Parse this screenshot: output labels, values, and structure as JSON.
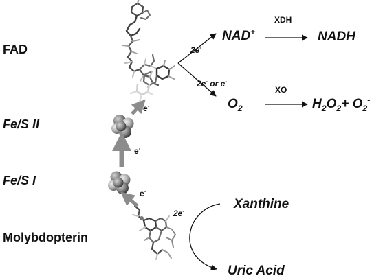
{
  "labels": {
    "fad": "FAD",
    "fes2": "Fe/S II",
    "fes1": "Fe/S I",
    "molybdopterin": "Molybdopterin"
  },
  "electron_labels": {
    "two_e_top": "2e",
    "two_e_top_sup": "-",
    "two_e_or_e": "2e",
    "two_e_or_e_sup1": "-",
    "two_e_or_e_mid": " or e",
    "two_e_or_e_sup2": "-",
    "e_fad": "e",
    "e_fad_sup": "-",
    "e_fes2": "e",
    "e_fes2_sup": "-",
    "e_fes1": "e",
    "e_fes1_sup": "-",
    "two_e_mo": "2e",
    "two_e_mo_sup": "-"
  },
  "reactions": {
    "nad": "NAD",
    "nad_sup": "+",
    "xdh": "XDH",
    "nadh": "NADH",
    "o2": "O",
    "o2_sub": "2",
    "xo": "XO",
    "h2o2_a": "H",
    "h2o2_sub1": "2",
    "h2o2_b": "O",
    "h2o2_sub2": "2",
    "h2o2_plus": "+ O",
    "h2o2_sub3": "2",
    "h2o2_sup": "-",
    "xanthine": "Xanthine",
    "uric_acid": "Uric Acid"
  },
  "colors": {
    "text": "#111111",
    "arrow_gray": "#8c8c8c",
    "cluster_dark": "#5a5a5a",
    "cluster_mid": "#8e8e8e",
    "cluster_light": "#b8b8b8",
    "bond_dark": "#4a4a4a",
    "bond_light": "#c8c8c8"
  },
  "icons": {
    "fad_structure": "fad-molecule-icon",
    "fes2_cluster": "iron-sulfur-cluster-icon",
    "fes1_cluster": "iron-sulfur-cluster-icon",
    "mo_structure": "molybdopterin-molecule-icon"
  }
}
